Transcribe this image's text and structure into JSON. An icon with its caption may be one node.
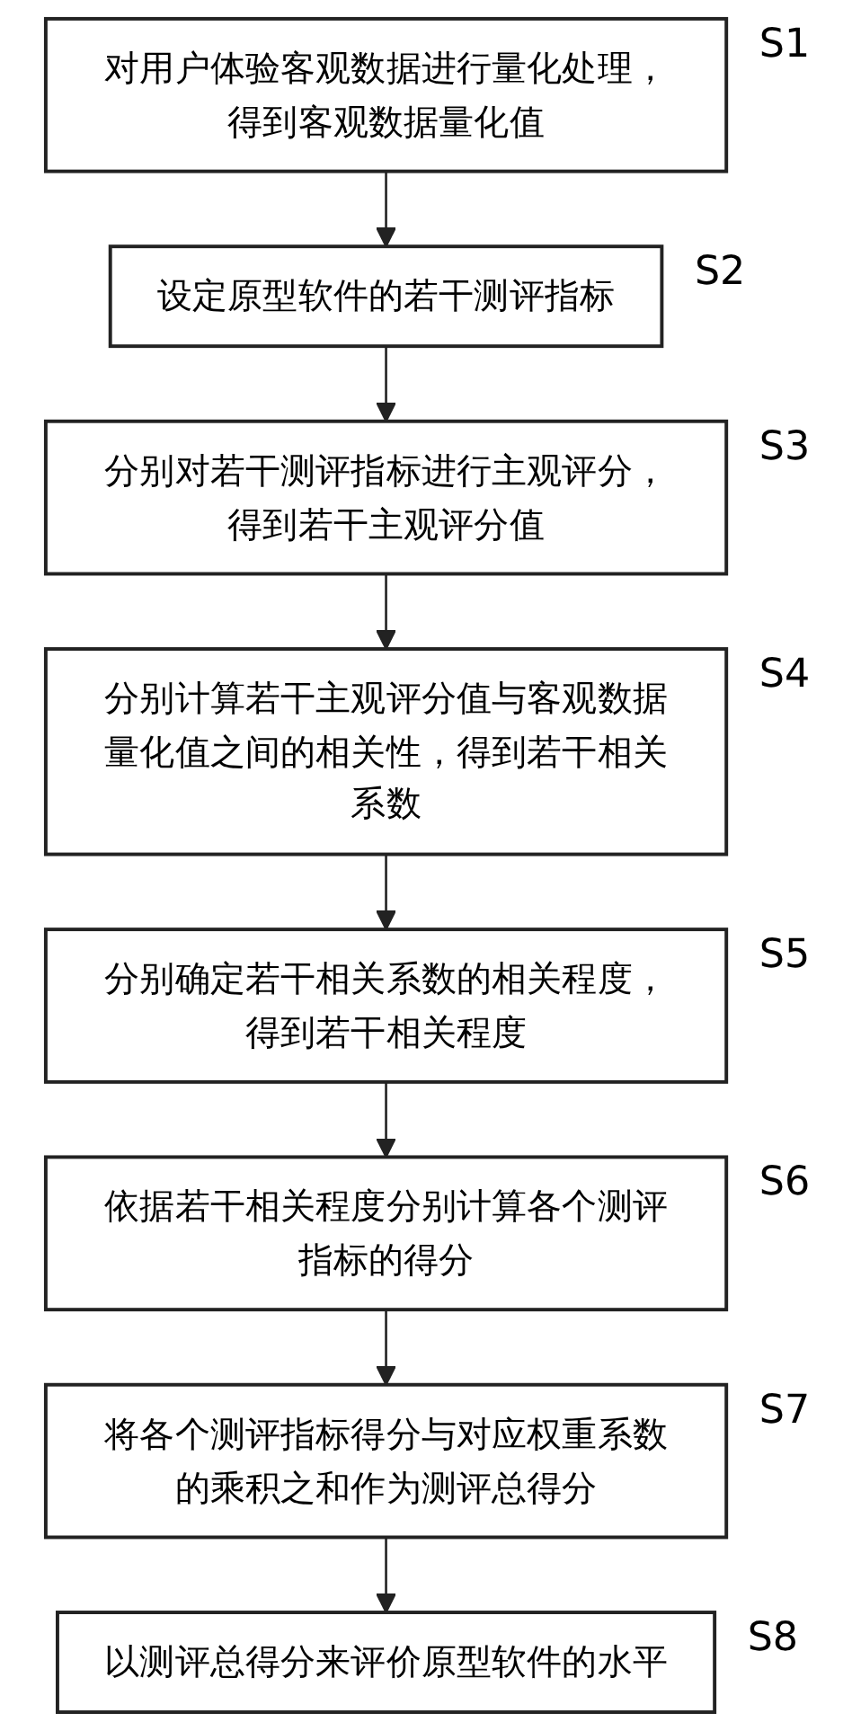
{
  "diagram": {
    "nodes": [
      {
        "text": [
          "对用户体验客观数据进行量化处理，得到客观数据量化值"
        ],
        "beside": [
          "S1"
        ]
      },
      {
        "text": [
          "设定原型软件的若干测评指标"
        ],
        "beside": [
          "S2"
        ]
      },
      {
        "text": [
          "分别对若干测评指标进行主观评分，得到若干主观评分值"
        ],
        "beside": [
          "S3"
        ]
      },
      {
        "text": [
          "分别计算若干主观评分值与客观数据量化值之间的相关性，得到若干相关系数"
        ],
        "beside": [
          "S4"
        ]
      },
      {
        "text": [
          "分别确定若干相关系数的相关程度，得到若干相关程度"
        ],
        "beside": [
          "S5"
        ]
      },
      {
        "text": [
          "依据若干相关程度分别计算各个测评指标的得分"
        ],
        "beside": [
          "S6"
        ]
      },
      {
        "text": [
          "将各个测评指标得分与对应权重系数的乘积之和作为测评总得分"
        ],
        "beside": [
          "S7"
        ]
      },
      {
        "text": [
          "以测评总得分来评价原型软件的水平"
        ],
        "beside": [
          "S8"
        ]
      }
    ],
    "edges": [
      {
        "from": 0,
        "to": 1,
        "arrow": "to"
      },
      {
        "from": 1,
        "to": 2,
        "arrow": "to"
      },
      {
        "from": 2,
        "to": 3,
        "arrow": "to"
      },
      {
        "from": 3,
        "to": 4,
        "arrow": "to"
      },
      {
        "from": 4,
        "to": 5,
        "arrow": "to"
      },
      {
        "from": 5,
        "to": 6,
        "arrow": "to"
      },
      {
        "from": 6,
        "to": 7,
        "arrow": "to"
      }
    ]
  }
}
